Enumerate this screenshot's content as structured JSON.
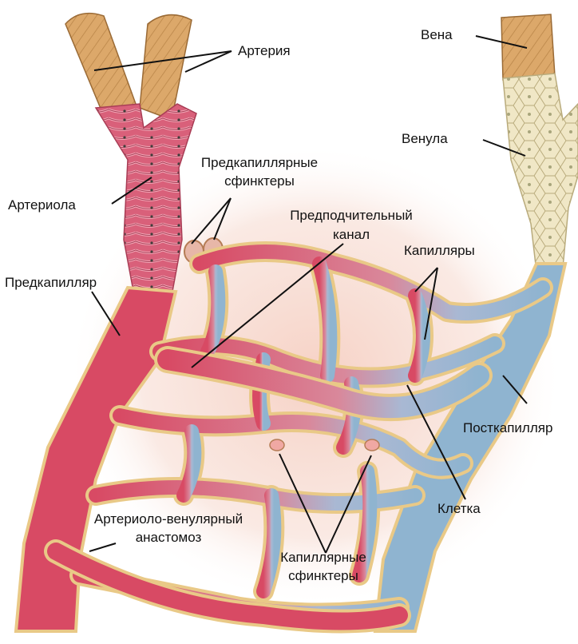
{
  "labels": {
    "artery": "Артерия",
    "vein": "Вена",
    "venule": "Венула",
    "arteriole": "Артериола",
    "precap_sphincters_1": "Предкапиллярные",
    "precap_sphincters_2": "сфинктеры",
    "preferential_1": "Предподчительный",
    "preferential_2": "канал",
    "capillaries": "Капилляры",
    "precapillary": "Предкапилляр",
    "postcapillary": "Посткапилляр",
    "cell": "Клетка",
    "avanast_1": "Артериоло-венулярный",
    "avanast_2": "анастомоз",
    "cap_sphincters_1": "Капиллярные",
    "cap_sphincters_2": "сфинктеры"
  },
  "colors": {
    "arterial": "#d84a64",
    "venous": "#8fb4d0",
    "vessel_wall": "#e9c987",
    "artery_outer": "#d9a86a",
    "vein_outer": "#e2c48c",
    "venule_wall": "#efe6c4",
    "glow": "#f4c7b8"
  }
}
